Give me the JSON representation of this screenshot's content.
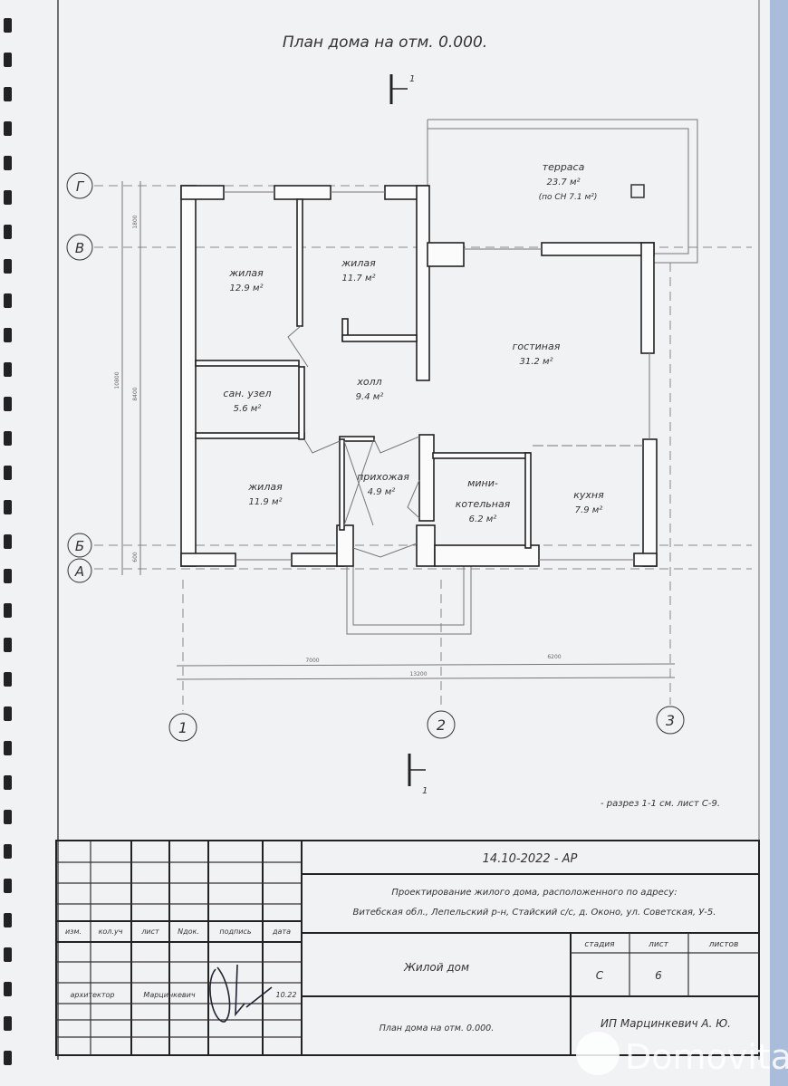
{
  "title": "План дома на отм. 0.000.",
  "section_mark": "1",
  "section_note": "- разрез 1-1 см. лист С-9.",
  "rooms": [
    {
      "name": "жилая",
      "area": "12.9 м²"
    },
    {
      "name": "жилая",
      "area": "11.7 м²"
    },
    {
      "name": "сан. узел",
      "area": "5.6 м²"
    },
    {
      "name": "холл",
      "area": "9.4 м²"
    },
    {
      "name": "жилая",
      "area": "11.9 м²"
    },
    {
      "name": "прихожая",
      "area": "4.9 м²"
    },
    {
      "name": "мини-",
      "name2": "котельная",
      "area": "6.2 м²"
    },
    {
      "name": "гостиная",
      "area": "31.2 м²"
    },
    {
      "name": "кухня",
      "area": "7.9 м²"
    }
  ],
  "terrace": {
    "name": "терраса",
    "area": "23.7 м²",
    "note": "(по СН 7.1 м²)"
  },
  "axes_rows": [
    "Г",
    "В",
    "Б",
    "А"
  ],
  "axes_cols": [
    "1",
    "2",
    "3"
  ],
  "dimensions": {
    "h1": "7000",
    "h2": "6200",
    "h_total": "13200",
    "v1": "1800",
    "v2": "8400",
    "v_total": "10800",
    "v3": "600"
  },
  "title_block": {
    "code": "14.10-2022 - АР",
    "project_line1": "Проектирование жилого дома, расположенного по адресу:",
    "project_line2": "Витебская обл.,  Лепельский р-н, Стайский с/с, д. Оконо, ул. Советская, У-5.",
    "headers": [
      "изм.",
      "кол.уч",
      "лист",
      "Nдок.",
      "подпись",
      "дата"
    ],
    "role": "архитектор",
    "person": "Марцинкевич",
    "date": "10.22",
    "object": "Жилой дом",
    "sheet_title": "План дома на отм. 0.000.",
    "stage_label": "стадия",
    "sheet_label": "лист",
    "sheets_label": "листов",
    "stage": "С",
    "sheet": "6",
    "sheets": "",
    "company": "ИП Марцинкевич А. Ю."
  },
  "watermark": "Domovita"
}
